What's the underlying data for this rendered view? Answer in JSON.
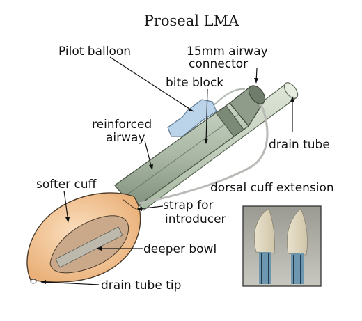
{
  "title": "Proseal LMA",
  "labels": {
    "pilot_balloon": "Pilot balloon",
    "connector_line1": "15mm airway",
    "connector_line2": "connector",
    "bite_block": "bite block",
    "reinforced_line1": "reinforced",
    "reinforced_line2": "airway",
    "drain_tube": "drain tube",
    "softer_cuff": "softer cuff",
    "dorsal_cuff_extension": "dorsal cuff extension",
    "strap_line1": "strap for",
    "strap_line2": "introducer",
    "deeper_bowl": "deeper bowl",
    "drain_tube_tip": "drain tube tip"
  },
  "colors": {
    "tube_green": "#a9b7a4",
    "cuff_peach": "#f2c28f",
    "bowl_gray": "#b9b5a8",
    "pilot_blue": "#bcd4ea",
    "photo_border": "#333333"
  }
}
